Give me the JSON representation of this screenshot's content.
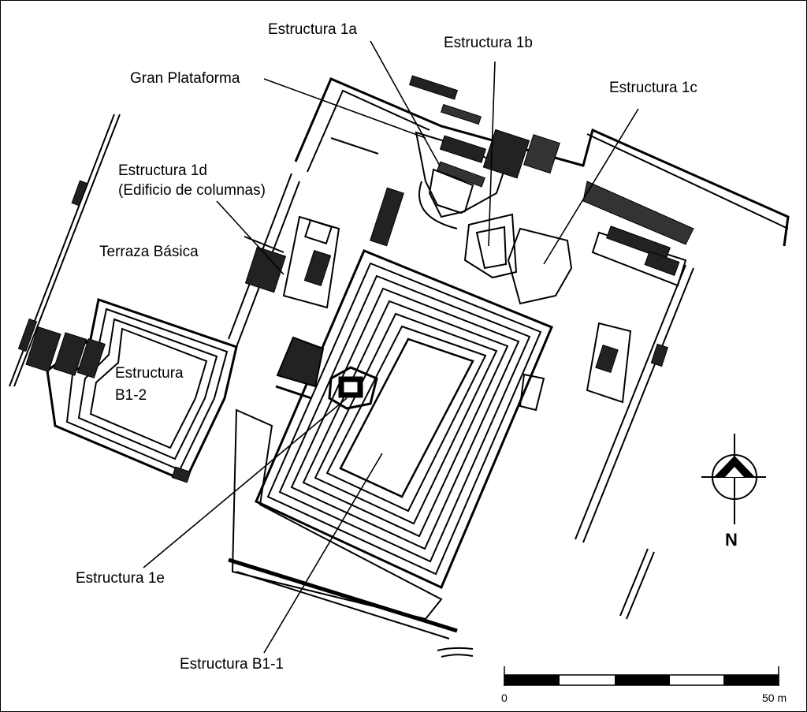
{
  "labels": {
    "estructura_1a": "Estructura 1a",
    "estructura_1b": "Estructura 1b",
    "estructura_1c": "Estructura 1c",
    "gran_plataforma": "Gran Plataforma",
    "estructura_1d_l1": "Estructura 1d",
    "estructura_1d_l2": "(Edificio de columnas)",
    "terraza_basica": "Terraza Básica",
    "estructura_b12_l1": "Estructura",
    "estructura_b12_l2": "B1-2",
    "estructura_1e": "Estructura 1e",
    "estructura_b11": "Estructura B1-1"
  },
  "north_arrow": {
    "label": "N"
  },
  "scale_bar": {
    "start_label": "0",
    "end_label": "50 m",
    "segments": 5
  },
  "colors": {
    "ink": "#000000",
    "paper": "#ffffff"
  }
}
